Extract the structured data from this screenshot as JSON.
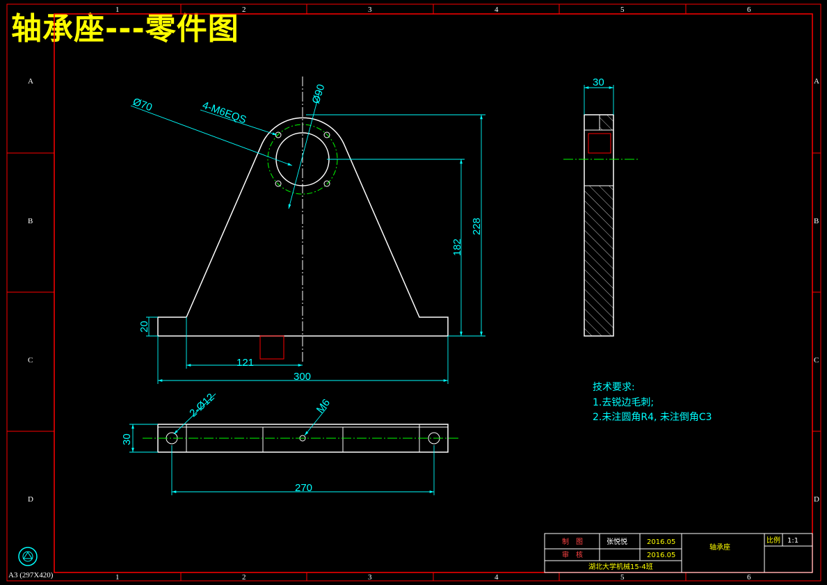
{
  "title": "轴承座---零件图",
  "zone_columns": [
    "1",
    "2",
    "3",
    "4",
    "5",
    "6"
  ],
  "zone_rows": [
    "A",
    "B",
    "C",
    "D"
  ],
  "sheet_size": "A3 (297X420)",
  "front_view": {
    "dim_diameter_outer": "Ø70",
    "dim_diameter_inner": "Ø90",
    "dim_thread_holes": "4-M6EQS",
    "dim_base_height": "20",
    "dim_half_width": "121",
    "dim_total_width": "300",
    "dim_center_height": "182",
    "dim_total_height": "228"
  },
  "side_view": {
    "dim_thickness": "30"
  },
  "top_view": {
    "dim_holes": "2-Ø12",
    "dim_thread": "M6",
    "dim_thickness": "30",
    "dim_hole_spacing": "270"
  },
  "technical_requirements": {
    "heading": "技术要求:",
    "items": [
      "1.去锐边毛刺;",
      "2.未注圆角R4, 未注倒角C3"
    ]
  },
  "title_block": {
    "drawn_label": "制　图",
    "drawn_by": "张悦悦",
    "drawn_date": "2016.05",
    "checked_label": "审　核",
    "checked_date": "2016.05",
    "part_name": "轴承座",
    "scale_label": "比例",
    "scale_value": "1:1",
    "school": "湖北大学机械15-4班"
  },
  "colors": {
    "background": "#000000",
    "frame": "#ff0000",
    "outline": "#ffffff",
    "dimension": "#00ffff",
    "center_line": "#00ff00",
    "title": "#ffff00"
  }
}
